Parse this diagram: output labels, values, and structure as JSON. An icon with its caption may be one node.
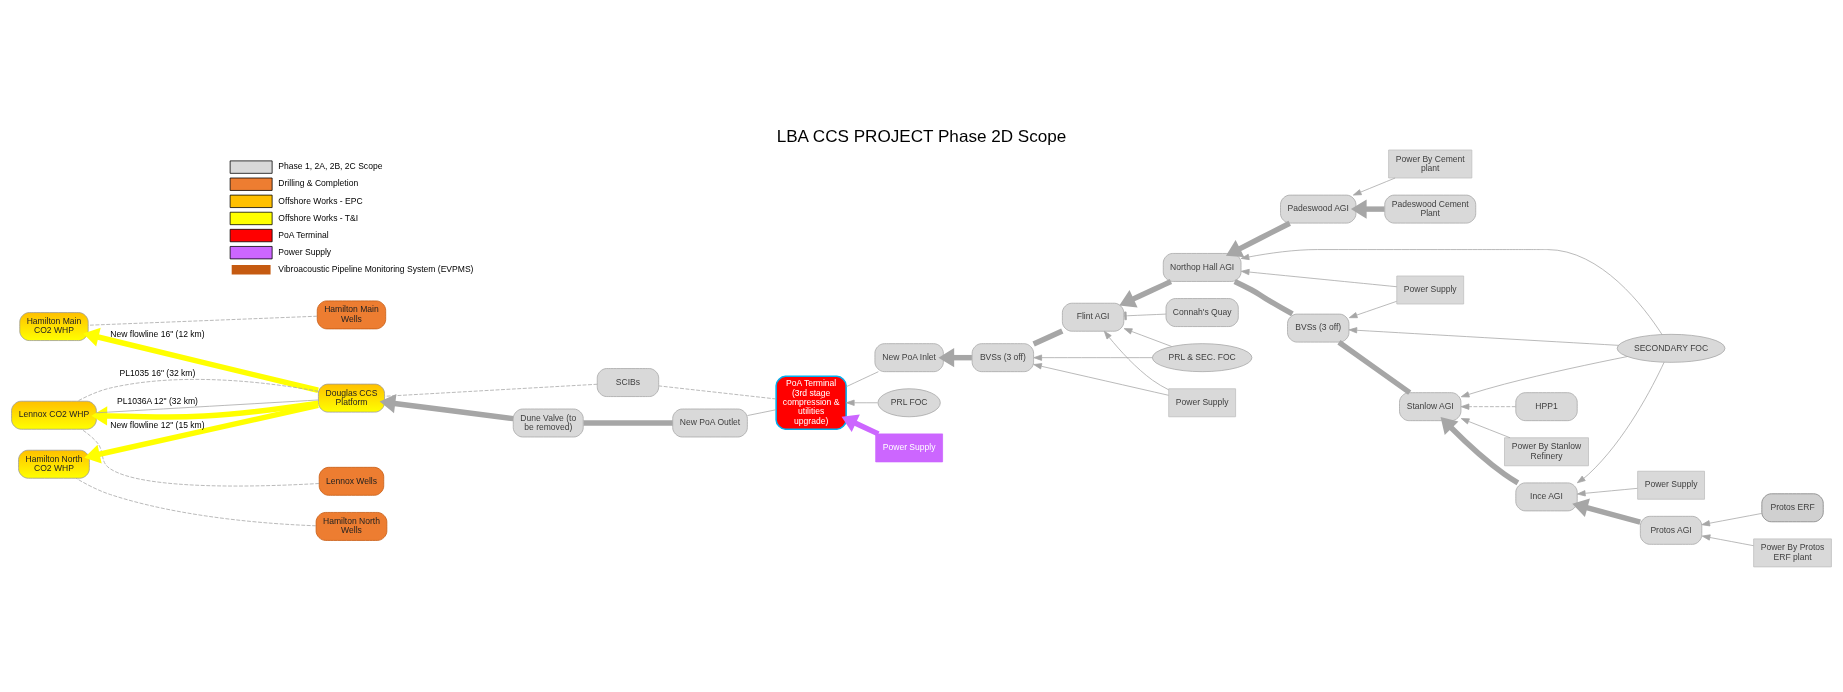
{
  "diagram": {
    "title": "LBA CCS PROJECT Phase 2D Scope",
    "nodes": [
      {
        "text": [
          "Hamilton Main Wells"
        ]
      },
      {
        "text": [
          "Hamilton Main CO2 WHP"
        ]
      },
      {
        "text": [
          "Hamilton North Wells"
        ]
      },
      {
        "text": [
          "Hamilton North CO2 WHP"
        ]
      },
      {
        "text": [
          "Lennox Wells"
        ]
      },
      {
        "text": [
          "Lennox CO2 WHP"
        ]
      },
      {
        "text": [
          "Douglas CCS Platform"
        ]
      },
      {
        "text": [
          "Dune Valve (to be removed)"
        ]
      },
      {
        "text": [
          "SCIBs"
        ]
      },
      {
        "text": [
          "New PoA Outlet"
        ]
      },
      {
        "text": [
          "PoA Terminal (3rd stage compression & utilities upgrade)"
        ]
      },
      {
        "text": [
          "New PoA Inlet"
        ]
      },
      {
        "text": [
          "BVSs (3 off)"
        ]
      },
      {
        "text": [
          "Flint AGI"
        ]
      },
      {
        "text": [
          "Connah's Quay"
        ]
      },
      {
        "text": [
          "Power Supply"
        ]
      },
      {
        "text": [
          "PRL & SEC. FOC"
        ]
      },
      {
        "text": [
          "Northop Hall AGI"
        ]
      },
      {
        "text": [
          "Padeswood AGI"
        ]
      },
      {
        "text": [
          "Padeswood Cement Plant"
        ]
      },
      {
        "text": [
          "Power By Cement plant"
        ]
      },
      {
        "text": [
          "BVSs (3 off)"
        ]
      },
      {
        "text": [
          "Power Supply"
        ]
      },
      {
        "text": [
          "SECONDARY FOC"
        ]
      },
      {
        "text": [
          "Stanlow AGI"
        ]
      },
      {
        "text": [
          "Ince AGI"
        ]
      },
      {
        "text": [
          "Power Supply"
        ]
      },
      {
        "text": [
          "HPP1"
        ]
      },
      {
        "text": [
          "Power By Stanlow Refinery"
        ]
      },
      {
        "text": [
          "Protos AGI"
        ]
      },
      {
        "text": [
          "Protos ERF"
        ]
      },
      {
        "text": [
          "Power By Protos ERF plant"
        ]
      },
      {
        "text": [
          "PRL FOC"
        ]
      },
      {
        "text": [
          "Power Supply"
        ]
      }
    ],
    "edges": [
      {
        "from": 0,
        "to": 1,
        "arrow": "none",
        "style": "dashed"
      },
      {
        "from": 2,
        "to": 3,
        "arrow": "none",
        "style": "dashed"
      },
      {
        "from": 4,
        "to": 5,
        "arrow": "none",
        "style": "dashed"
      },
      {
        "from": 6,
        "to": 1,
        "arrow": "to",
        "style": "thick",
        "color": "#ffff00",
        "label": "New flowline 16\" (12 km)"
      },
      {
        "from": 6,
        "to": 3,
        "arrow": "to",
        "style": "thick",
        "color": "#ffff00",
        "label": "New flowline 12\" (15 km)"
      },
      {
        "from": 6,
        "to": 5,
        "arrow": "to",
        "style": "thick",
        "color": "#ffff00"
      },
      {
        "from": 6,
        "to": 5,
        "arrow": "none",
        "style": "dashed",
        "label": "PL1035 16\" (32 km)"
      },
      {
        "from": 6,
        "to": 5,
        "arrow": "none",
        "label": "PL1036A 12\" (32 km)"
      },
      {
        "from": 7,
        "to": 6,
        "arrow": "to",
        "style": "thick"
      },
      {
        "from": 9,
        "to": 7,
        "arrow": "none",
        "style": "thick"
      },
      {
        "from": 8,
        "to": 6,
        "arrow": "none",
        "style": "dashed"
      },
      {
        "from": 10,
        "to": 8,
        "arrow": "none",
        "style": "dashed"
      },
      {
        "from": 10,
        "to": 9,
        "arrow": "none"
      },
      {
        "from": 11,
        "to": 10,
        "arrow": "none"
      },
      {
        "from": 12,
        "to": 11,
        "arrow": "to",
        "style": "thick"
      },
      {
        "from": 13,
        "to": 12,
        "arrow": "none",
        "style": "thick"
      },
      {
        "from": 14,
        "to": 13,
        "arrow": "other"
      },
      {
        "from": 15,
        "to": 13,
        "arrow": "to"
      },
      {
        "from": 15,
        "to": 12,
        "arrow": "to"
      },
      {
        "from": 16,
        "to": 12,
        "arrow": "to"
      },
      {
        "from": 16,
        "to": 13,
        "arrow": "to"
      },
      {
        "from": 17,
        "to": 13,
        "arrow": "to",
        "style": "thick"
      },
      {
        "from": 18,
        "to": 17,
        "arrow": "to",
        "style": "thick"
      },
      {
        "from": 19,
        "to": 18,
        "arrow": "to",
        "style": "thick"
      },
      {
        "from": 20,
        "to": 18,
        "arrow": "to"
      },
      {
        "from": 24,
        "to": 21,
        "arrow": "none",
        "style": "thick"
      },
      {
        "from": 21,
        "to": 17,
        "arrow": "none",
        "style": "thick"
      },
      {
        "from": 22,
        "to": 21,
        "arrow": "to"
      },
      {
        "from": 22,
        "to": 17,
        "arrow": "to"
      },
      {
        "from": 23,
        "to": 24,
        "arrow": "to"
      },
      {
        "from": 23,
        "to": 25,
        "arrow": "to"
      },
      {
        "from": 23,
        "to": 21,
        "arrow": "to"
      },
      {
        "from": 23,
        "to": 17,
        "arrow": "to"
      },
      {
        "from": 25,
        "to": 24,
        "arrow": "to",
        "style": "thick"
      },
      {
        "from": 26,
        "to": 25,
        "arrow": "to"
      },
      {
        "from": 27,
        "to": 24,
        "arrow": "to",
        "style": "dashed"
      },
      {
        "from": 28,
        "to": 24,
        "arrow": "to"
      },
      {
        "from": 29,
        "to": 25,
        "arrow": "to",
        "style": "thick"
      },
      {
        "from": 30,
        "to": 29,
        "arrow": "to"
      },
      {
        "from": 31,
        "to": 29,
        "arrow": "to"
      },
      {
        "from": 32,
        "to": 10,
        "arrow": "to"
      },
      {
        "from": 33,
        "to": 10,
        "arrow": "to",
        "style": "thick",
        "color": "#cc66ff"
      }
    ],
    "legend": [
      {
        "text": "Phase 1, 2A, 2B, 2C Scope",
        "color": "#d9d9d9"
      },
      {
        "text": "Drilling & Completion",
        "color": "#ed7d31"
      },
      {
        "text": "Offshore Works - EPC",
        "color": "#ffc000"
      },
      {
        "text": "Offshore Works - T&I",
        "color": "#ffff00"
      },
      {
        "text": "PoA Terminal",
        "color": "#ff0000"
      },
      {
        "text": "Power Supply",
        "color": "#cc66ff"
      },
      {
        "text": "Vibroacoustic Pipeline Monitoring System (EVPMS)"
      }
    ]
  }
}
